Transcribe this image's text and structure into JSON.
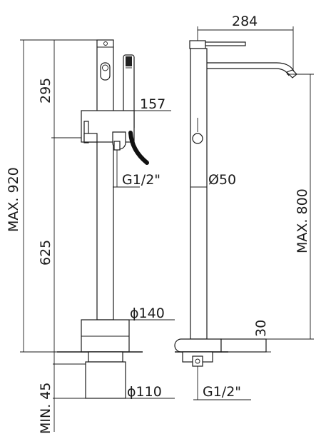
{
  "dimensions": {
    "left_view": {
      "total_height": "MAX. 920",
      "upper_height": "295",
      "lower_height": "625",
      "handshower_offset": "157",
      "connection": "G1/2\"",
      "base_diameter": "ϕ140",
      "floor_diameter": "ϕ110",
      "floor_depth": "MIN. 45"
    },
    "right_view": {
      "spout_reach": "284",
      "column_diameter": "Ø50",
      "spout_height": "MAX. 800",
      "base_height": "30",
      "connection": "G1/2\""
    }
  }
}
